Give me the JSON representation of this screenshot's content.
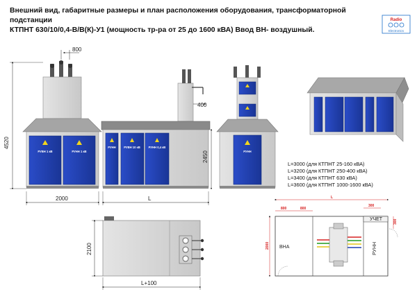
{
  "header": {
    "title_line1": "Внешний вид, габаритные размеры и план расположения оборудования, трансформаторной подстанции",
    "title_line2": "КТПНТ 630/10/0,4-В/В(К)-У1 (мощность тр-ра от 25 до 1600 кВА) Ввод ВН- воздушный."
  },
  "logo": {
    "line1": "Radio",
    "line2": "Electronics",
    "color": "#1d6fc9"
  },
  "dimensions": {
    "side_width": "800",
    "height": "4520",
    "base_width": "2000",
    "length": "L",
    "box_height": "2450",
    "tower": "400",
    "plan_depth": "2100",
    "plan_length": "L+100"
  },
  "doors": {
    "left_1": "РУВН 1 кВ",
    "left_2": "РУНН 1 кВ",
    "mid_1": "РУНН",
    "mid_2": "РУВН 10 кВ",
    "mid_3": "РУНН 0,4 кВ",
    "right_1": "РУНН"
  },
  "legend": [
    "L=3000 (для КТПНТ 25-160 кВА)",
    "L=3200 (для КТПНТ 250-400 кВА)",
    "L=3400 (для КТПНТ 630 кВА)",
    "L=3600 (для КТПНТ 1000-1600 кВА)"
  ],
  "plan": {
    "dim_L": "L",
    "dim_300": "300",
    "dim_800a": "800",
    "dim_800b": "800",
    "dim_2000": "2000",
    "dim_300r": "300",
    "ucet": "УЧЕТ",
    "vna": "ВНА",
    "runn": "РУНН"
  },
  "colors": {
    "door_blue": "#1f3fb0",
    "wall": "#d7d7d7",
    "roof": "#9c9c9c",
    "accent_red": "#d62020"
  }
}
